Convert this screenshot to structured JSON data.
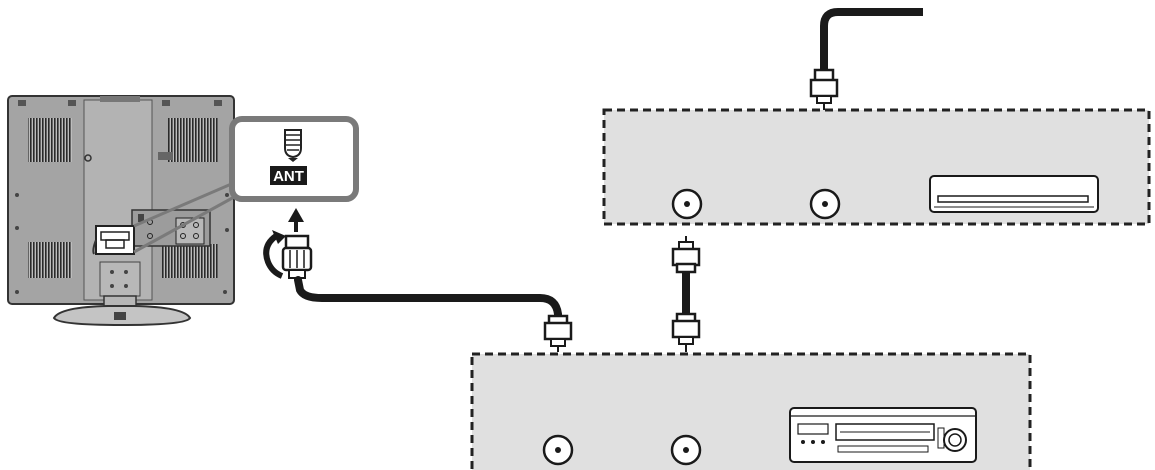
{
  "diagram": {
    "ant_label": "ANT",
    "colors": {
      "background": "#ffffff",
      "box_fill": "#e0e0e0",
      "box_border": "#222222",
      "tv_body": "#9a9a9a",
      "tv_dark": "#3a3a3a",
      "cable": "#1a1a1a",
      "label_bg": "#1a1a1a",
      "label_text": "#ffffff",
      "callout_border": "#7a7a7a"
    },
    "devices": [
      {
        "id": "set-top-box",
        "icon": "set-top-box-icon",
        "jacks": 2
      },
      {
        "id": "vcr",
        "icon": "vcr-icon",
        "jacks": 2
      }
    ]
  }
}
